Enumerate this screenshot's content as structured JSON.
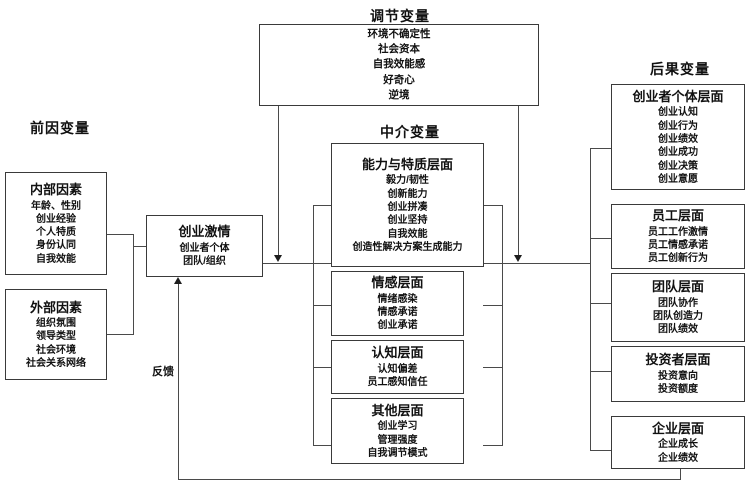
{
  "diagram": {
    "sections": {
      "antecedent": "前因变量",
      "moderator": "调节变量",
      "mediator": "中介变量",
      "outcome": "后果变量"
    },
    "feedback_label": "反馈",
    "antecedent_boxes": [
      {
        "title": "内部因素",
        "items": [
          "年龄、性别",
          "创业经验",
          "个人特质",
          "身份认同",
          "自我效能"
        ]
      },
      {
        "title": "外部因素",
        "items": [
          "组织氛围",
          "领导类型",
          "社会环境",
          "社会关系网络"
        ]
      }
    ],
    "core_box": {
      "title": "创业激情",
      "items": [
        "创业者个体",
        "团队/组织"
      ]
    },
    "moderator_box": {
      "items": [
        "环境不确定性",
        "社会资本",
        "自我效能感",
        "好奇心",
        "逆境"
      ]
    },
    "mediator_boxes": [
      {
        "title": "能力与特质层面",
        "items": [
          "毅力/韧性",
          "创新能力",
          "创业拼凑",
          "创业坚持",
          "自我效能",
          "创造性解决方案生成能力"
        ]
      },
      {
        "title": "情感层面",
        "items": [
          "情绪感染",
          "情感承诺",
          "创业承诺"
        ]
      },
      {
        "title": "认知层面",
        "items": [
          "认知偏差",
          "员工感知信任"
        ]
      },
      {
        "title": "其他层面",
        "items": [
          "创业学习",
          "管理强度",
          "自我调节模式"
        ]
      }
    ],
    "outcome_boxes": [
      {
        "title": "创业者个体层面",
        "items": [
          "创业认知",
          "创业行为",
          "创业绩效",
          "创业成功",
          "创业决策",
          "创业意愿"
        ]
      },
      {
        "title": "员工层面",
        "items": [
          "员工工作激情",
          "员工情感承诺",
          "员工创新行为"
        ]
      },
      {
        "title": "团队层面",
        "items": [
          "团队协作",
          "团队创造力",
          "团队绩效"
        ]
      },
      {
        "title": "投资者层面",
        "items": [
          "投资意向",
          "投资额度"
        ]
      },
      {
        "title": "企业层面",
        "items": [
          "企业成长",
          "企业绩效"
        ]
      }
    ],
    "colors": {
      "box_border": "#3a3a3a",
      "line": "#4a4a4a",
      "text": "#111111",
      "background": "#ffffff"
    }
  }
}
